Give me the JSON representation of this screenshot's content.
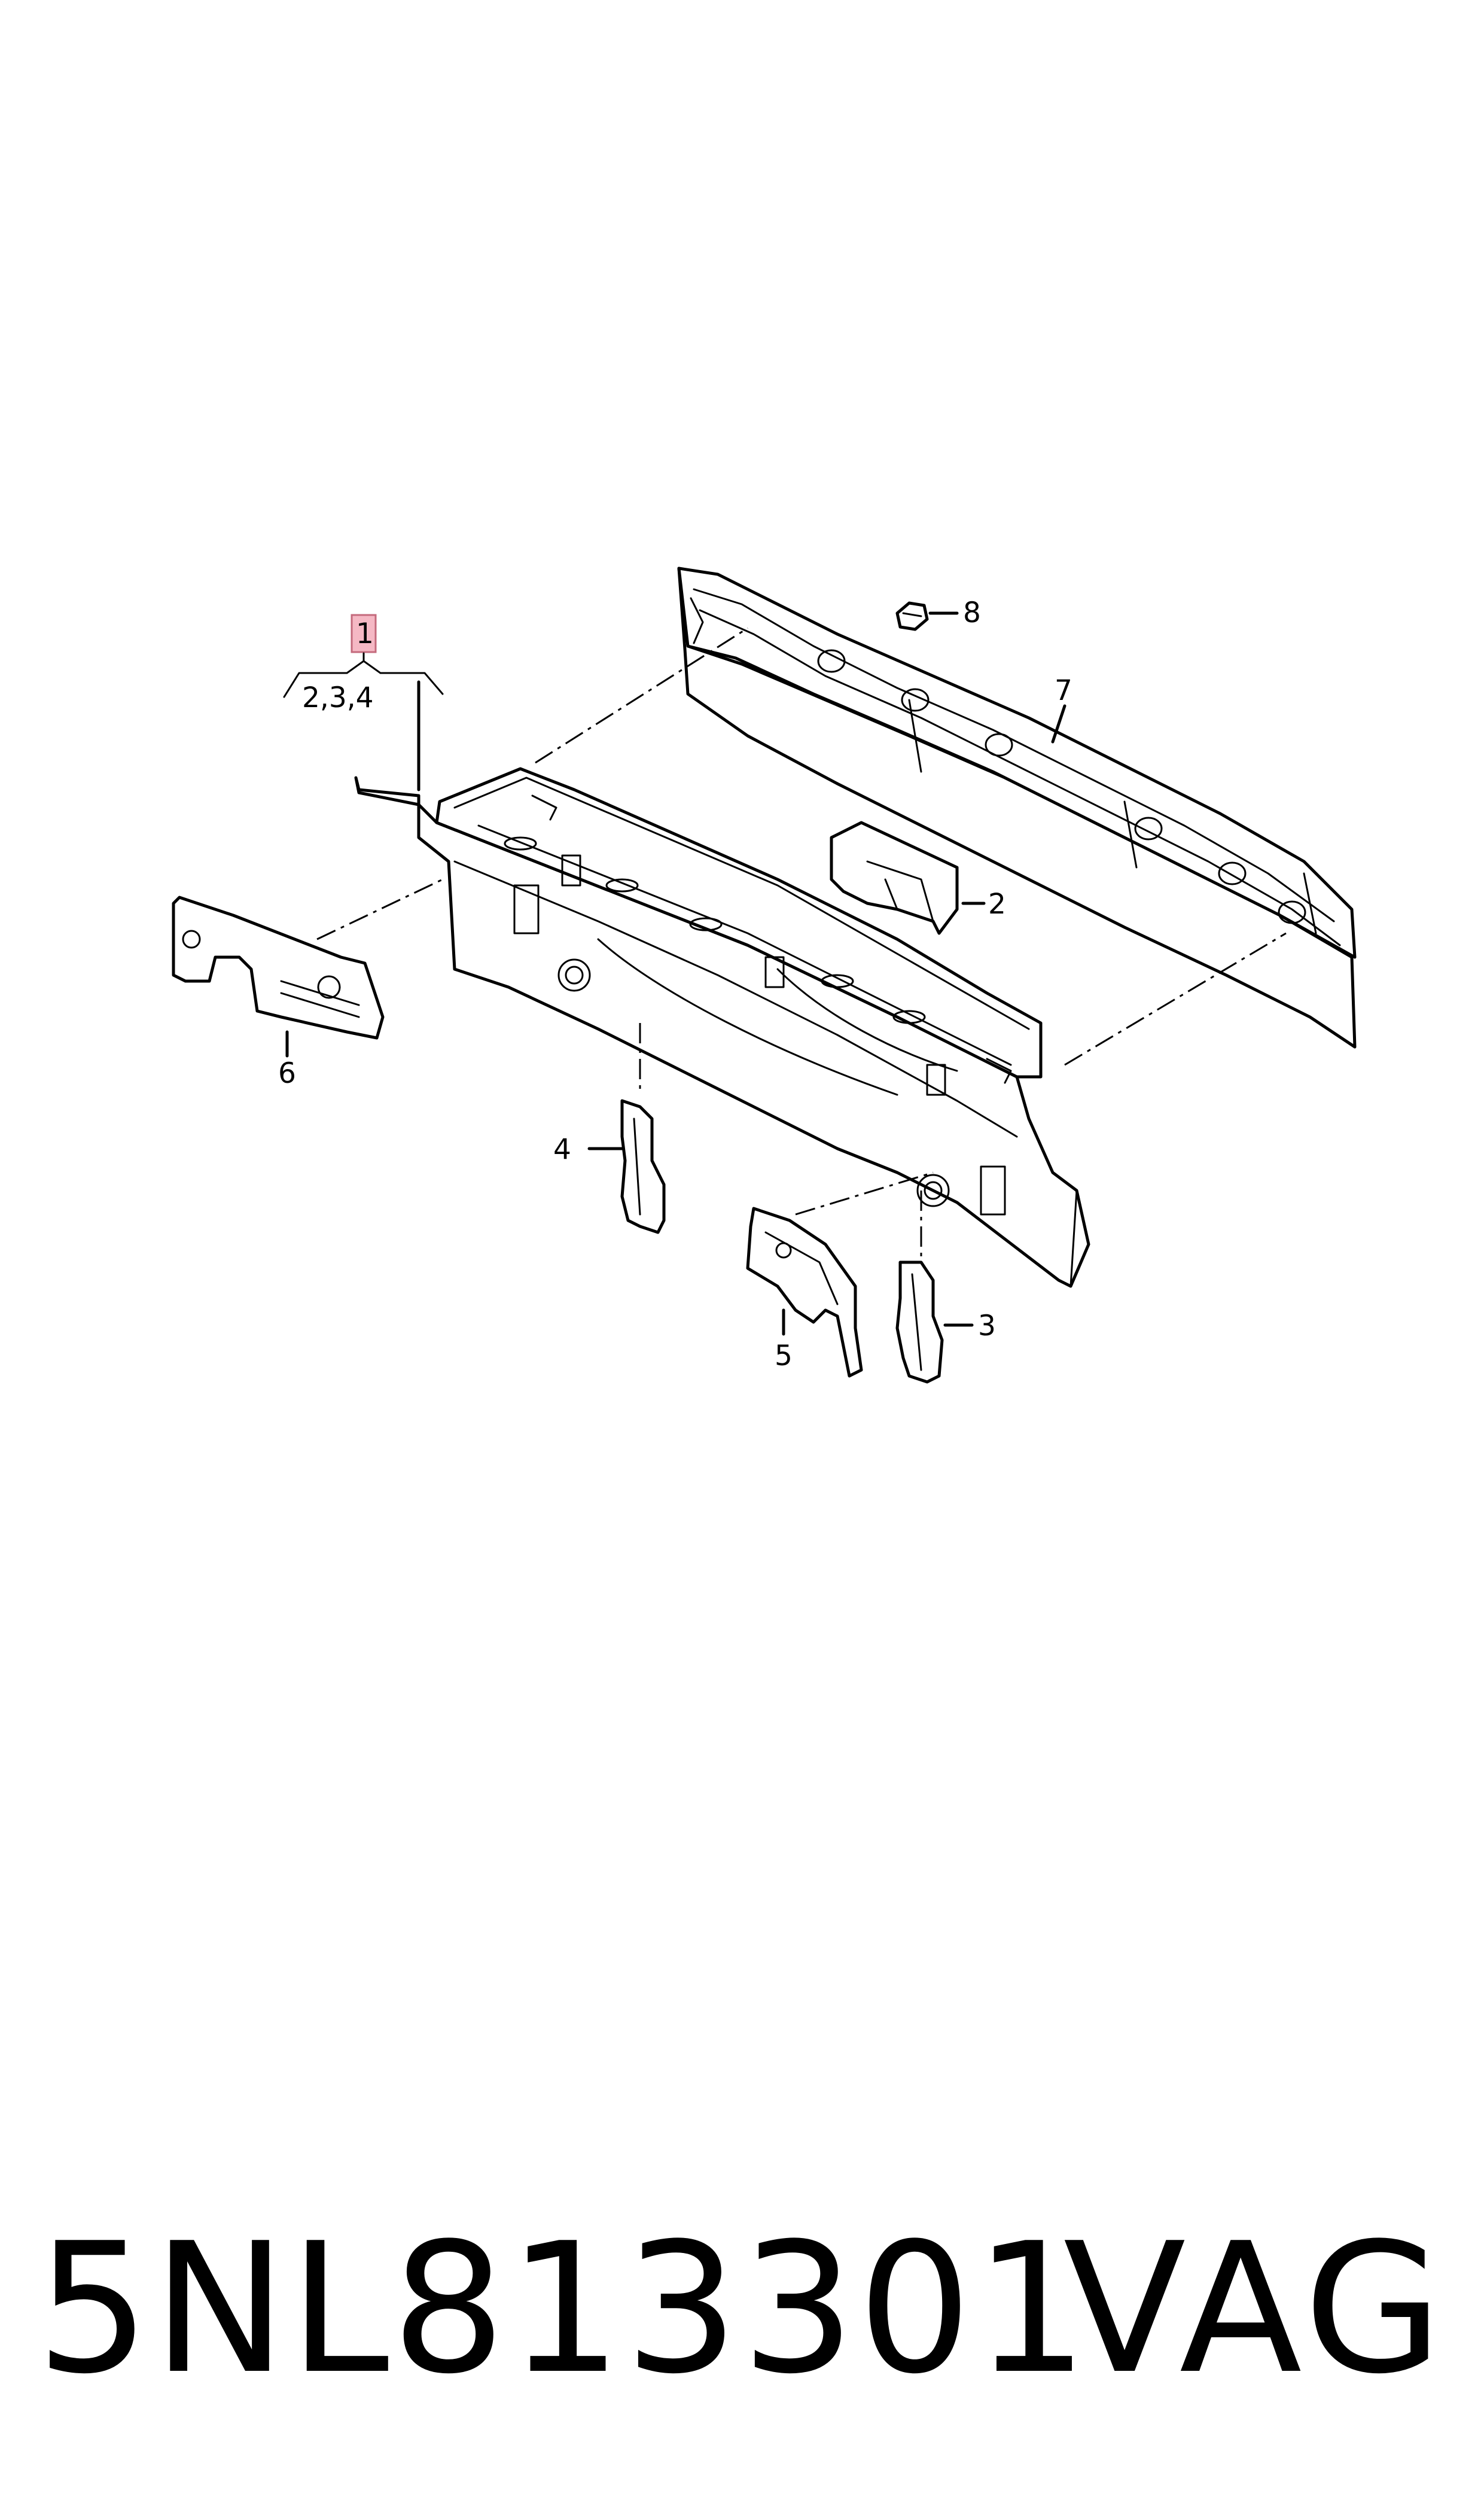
{
  "callouts": {
    "c1": "1",
    "c234": "2,3,4",
    "c2": "2",
    "c3": "3",
    "c4": "4",
    "c5": "5",
    "c6": "6",
    "c7": "7",
    "c8": "8"
  },
  "highlight_color": "#f5b8c4",
  "footer": {
    "part_number": "5NL813301",
    "brand": "VAG"
  }
}
